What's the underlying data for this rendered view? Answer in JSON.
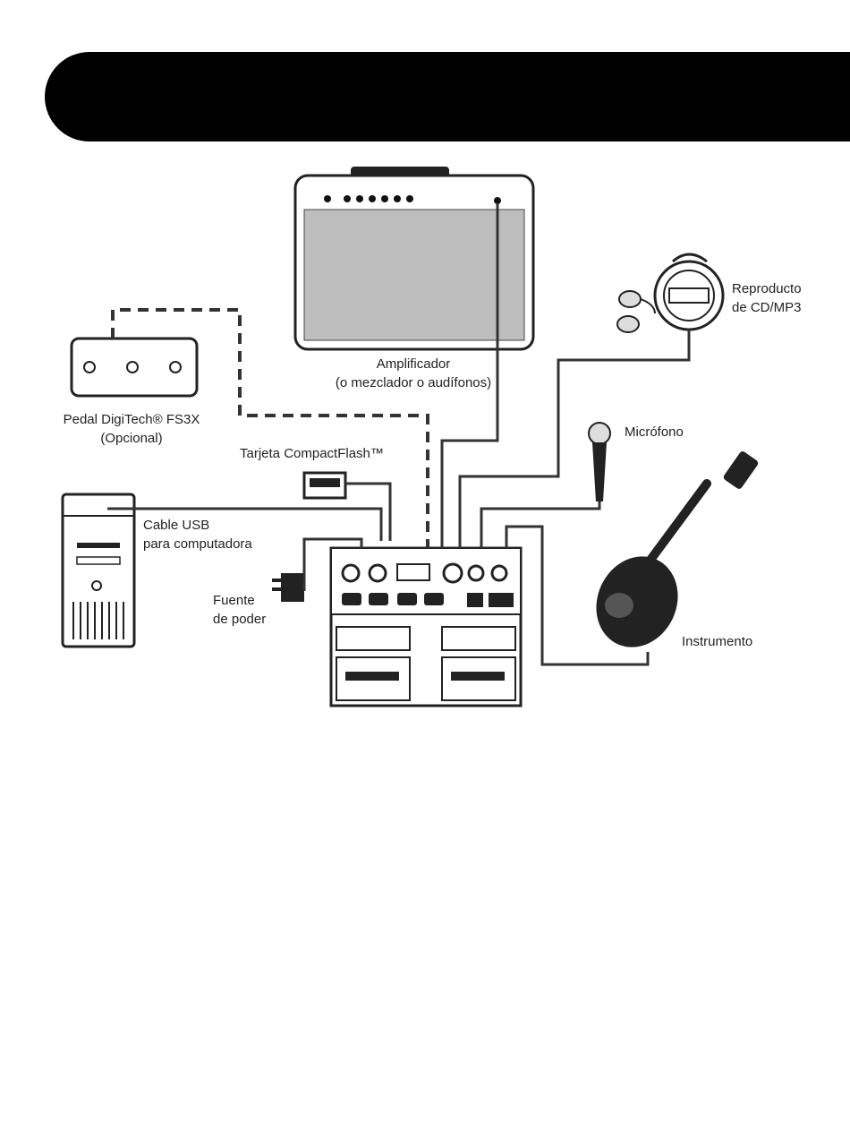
{
  "labels": {
    "amp": [
      "Amplificador",
      "(o mezclador o audífonos)"
    ],
    "cd": [
      "Reproducto",
      "de CD/MP3"
    ],
    "fs3x": [
      "Pedal DigiTech® FS3X",
      "(Opcional)"
    ],
    "cf": "Tarjeta CompactFlash™",
    "mic": "Micrófono",
    "usb": [
      "Cable USB",
      "para computadora"
    ],
    "power": [
      "Fuente",
      "de poder"
    ],
    "inst": "Instrumento"
  },
  "colors": {
    "banner": "#000000",
    "cable": "#333333",
    "amp_grille": "#bdbdbd",
    "device": "#2a2a2a"
  }
}
